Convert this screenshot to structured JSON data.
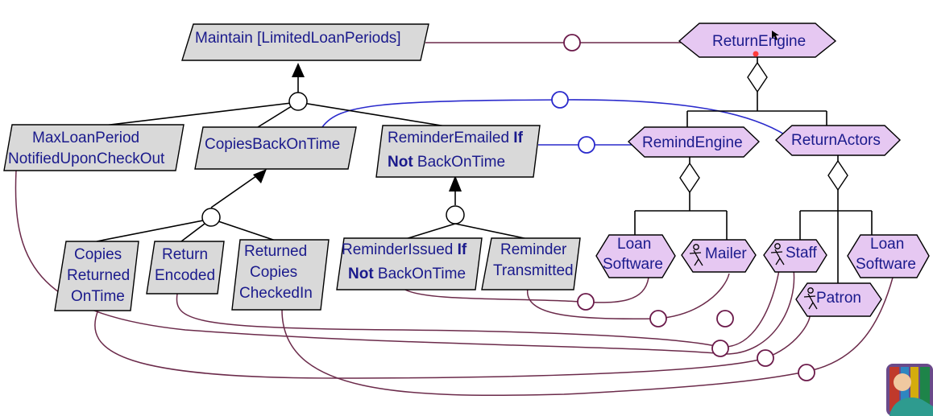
{
  "goals": {
    "root": "Maintain [LimitedLoanPeriods]",
    "max_loan_1": "MaxLoanPeriod",
    "max_loan_2": "NotifiedUponCheckOut",
    "copies_back": "CopiesBackOnTime",
    "reminder_1a": "ReminderEmailed ",
    "reminder_1b": "If",
    "reminder_2a": "Not",
    "reminder_2b": " BackOnTime",
    "copies_returned_1": "Copies",
    "copies_returned_2": "Returned",
    "copies_returned_3": "OnTime",
    "return_encoded_1": "Return",
    "return_encoded_2": "Encoded",
    "returned_copies_1": "Returned",
    "returned_copies_2": "Copies",
    "returned_copies_3": "CheckedIn",
    "reminder_issued_1a": "ReminderIssued ",
    "reminder_issued_1b": "If",
    "reminder_issued_2a": "Not",
    "reminder_issued_2b": " BackOnTime",
    "reminder_trans_1": "Reminder",
    "reminder_trans_2": "Transmitted"
  },
  "agents": {
    "return_engine": "ReturnEngine",
    "remind_engine": "RemindEngine",
    "return_actors": "ReturnActors",
    "loan_software_a_1": "Loan",
    "loan_software_a_2": "Software",
    "mailer": "Mailer",
    "staff": "Staff",
    "patron": "Patron",
    "loan_software_b_1": "Loan",
    "loan_software_b_2": "Software"
  },
  "colors": {
    "goal_fill": "#d9d9d9",
    "agent_fill": "#e6c8f2",
    "text": "#1a1a8c",
    "responsibility_link": "#6b2a4a",
    "assignment_link": "#2a2acc"
  }
}
